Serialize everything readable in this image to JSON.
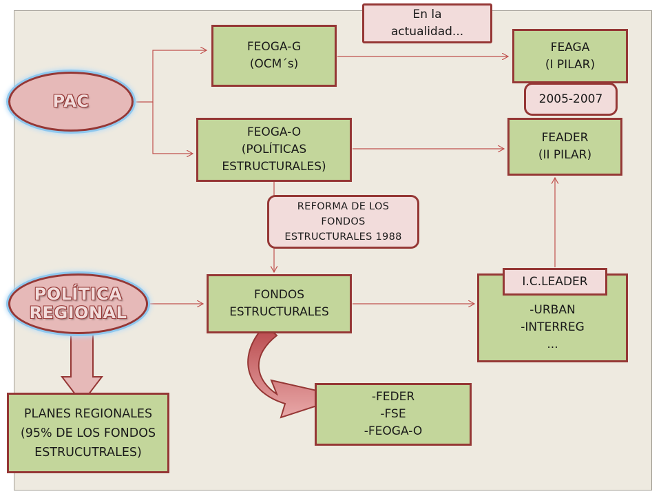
{
  "ovals": {
    "pac": "PAC",
    "regional": [
      "POLÍTICA",
      "REGIONAL"
    ]
  },
  "boxes": {
    "feoga_g": [
      "FEOGA-G",
      "(OCM´s)"
    ],
    "feoga_o": [
      "FEOGA-O",
      "(POLÍTICAS",
      "ESTRUCTURALES)"
    ],
    "feaga": [
      "FEAGA",
      "(I PILAR)"
    ],
    "feader": [
      "FEADER",
      "(II PILAR)"
    ],
    "fondos": [
      "FONDOS",
      "ESTRUCTURALES"
    ],
    "iniciativas": [
      "-URBAN",
      "-INTERREG",
      "..."
    ],
    "feder": [
      "-FEDER",
      "-FSE",
      "-FEOGA-O"
    ],
    "planes": [
      "PLANES REGIONALES",
      "(95% DE LOS FONDOS",
      "ESTRUCUTRALES)"
    ]
  },
  "notes": {
    "actualidad": [
      "En la",
      "actualidad..."
    ],
    "periodo": "2005-2007",
    "reforma": [
      "REFORMA DE LOS",
      "FONDOS",
      "ESTRUCTURALES 1988"
    ],
    "leader": "I.C.LEADER"
  },
  "colors": {
    "box_fill": "#c3d69b",
    "border": "#953735",
    "note_fill": "#f2dcdb",
    "oval_fill": "#e6b9b8",
    "glow": "#8fc8ee",
    "background": "#eeeae0"
  }
}
